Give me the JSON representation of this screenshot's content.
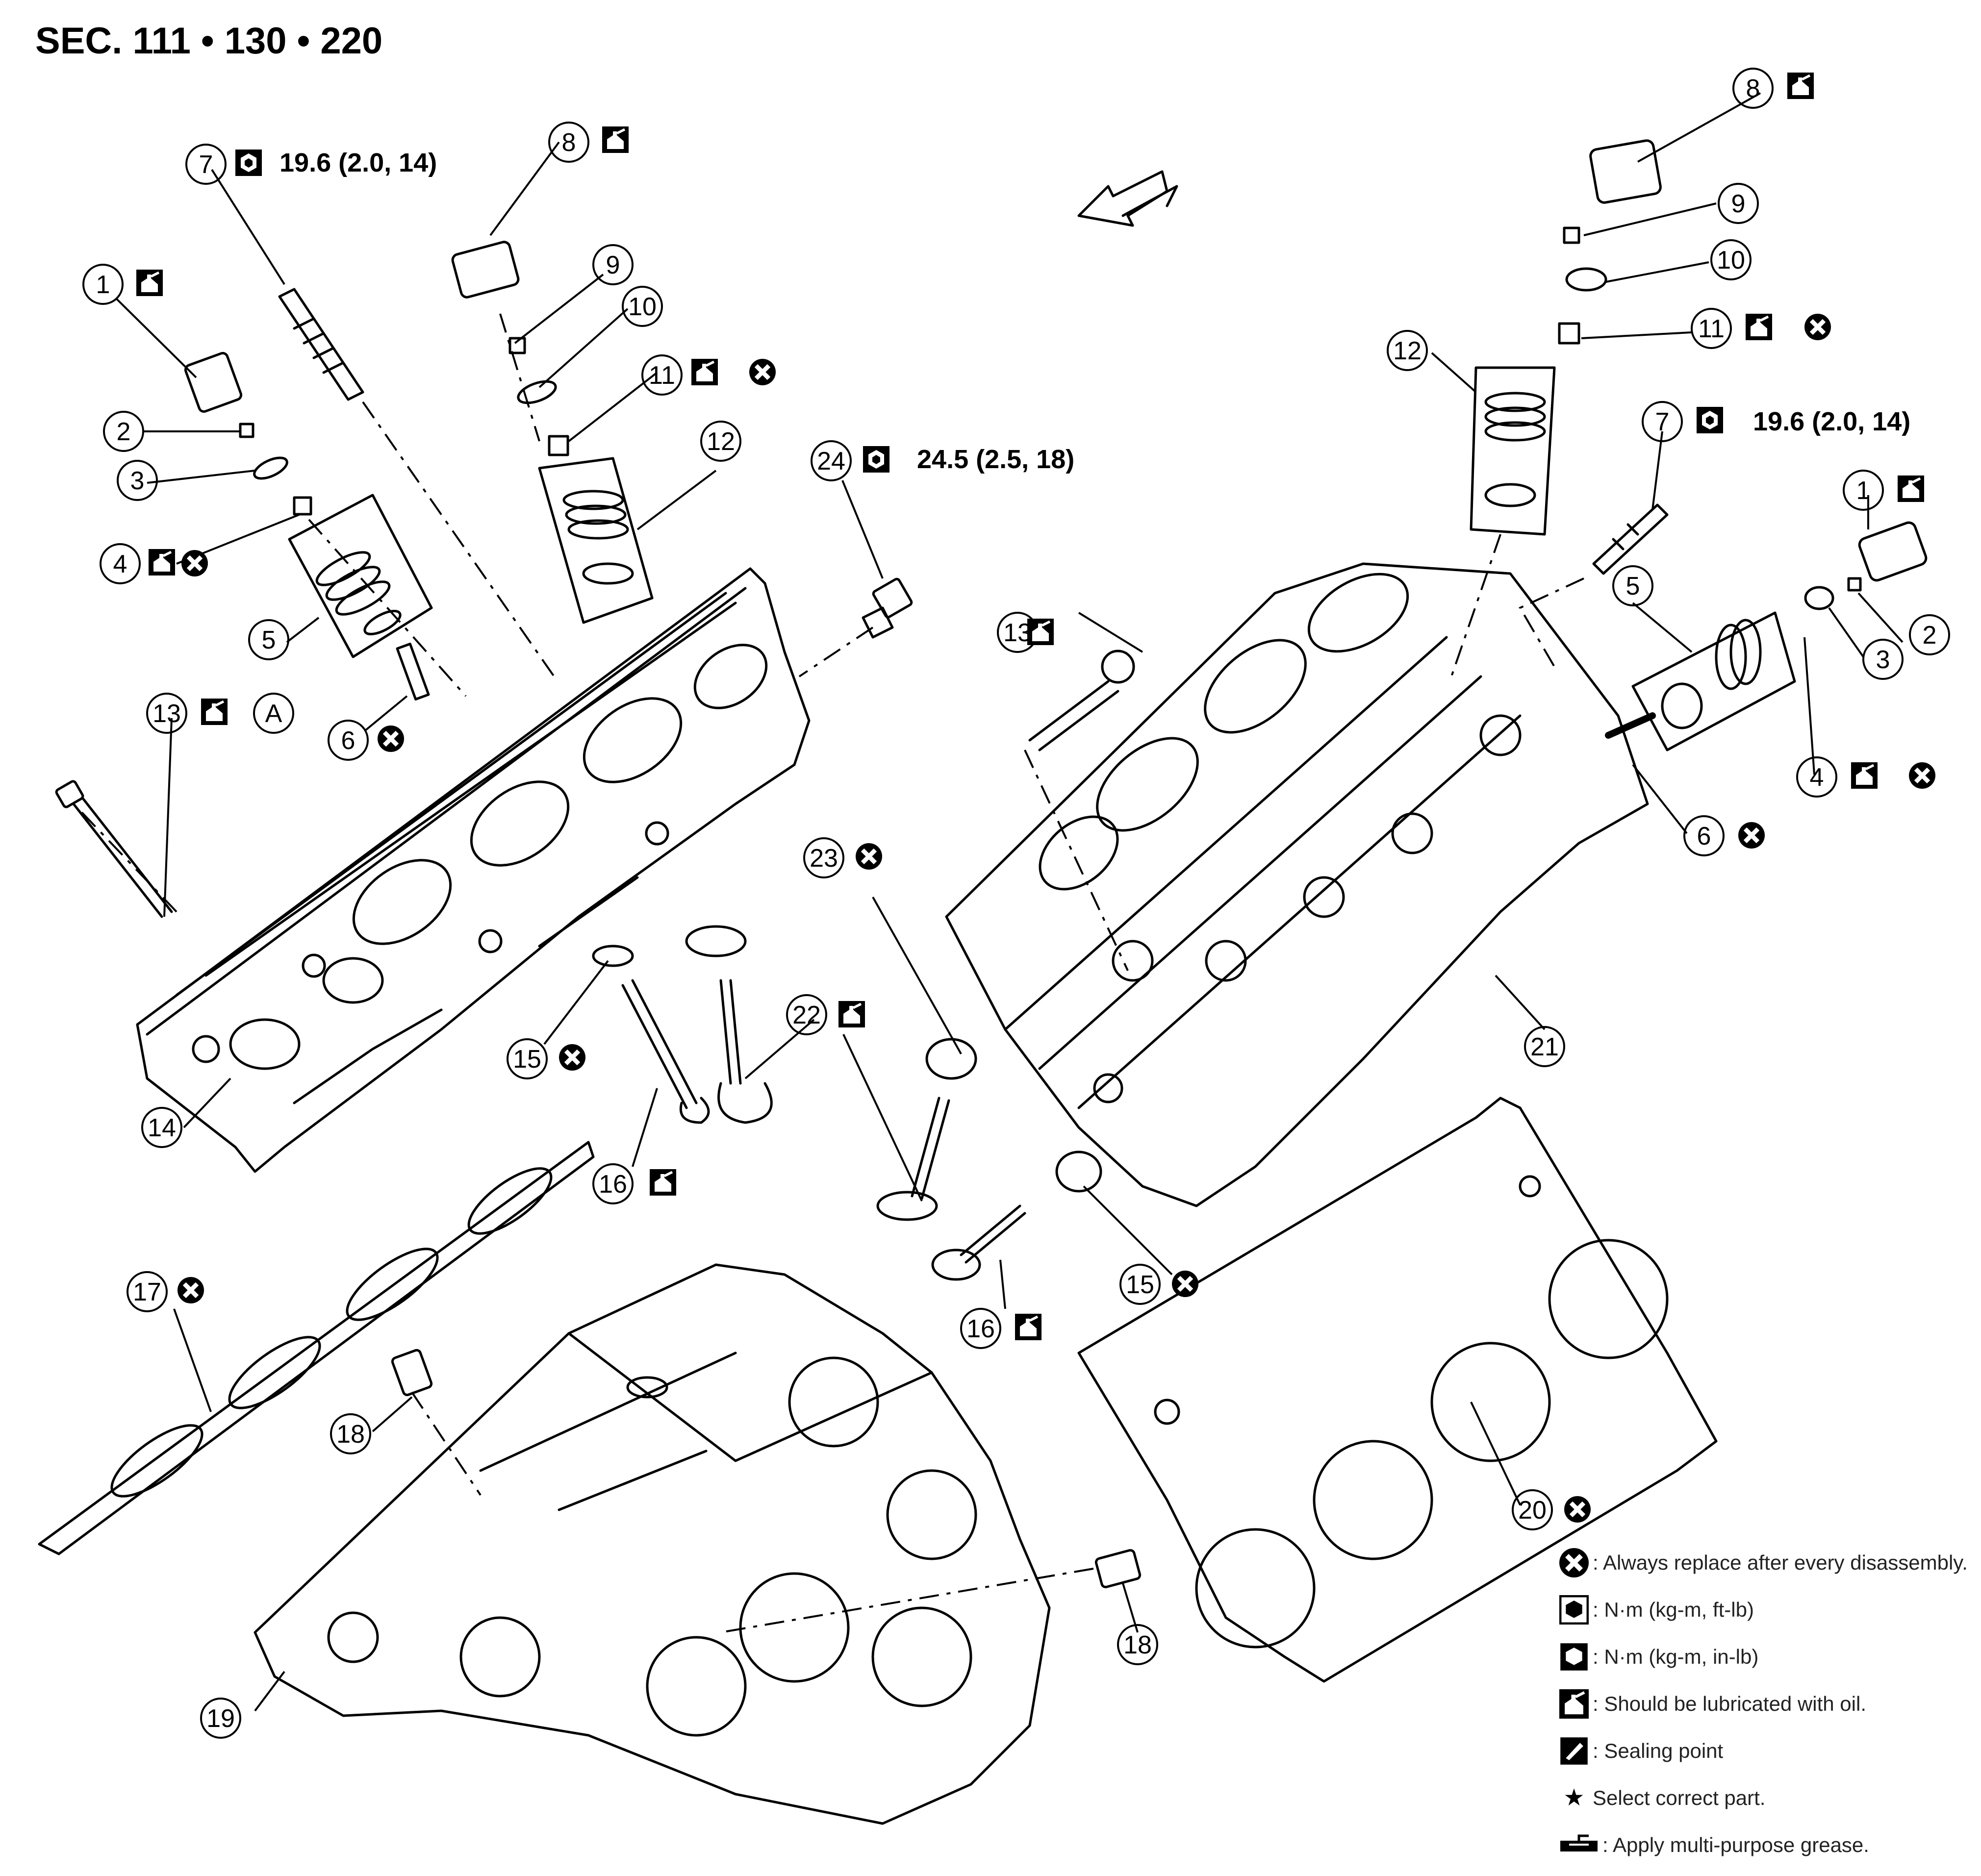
{
  "title": "SEC. 111 • 130 • 220",
  "torque_values": {
    "left_spark_plug": "19.6 (2.0, 14)",
    "right_spark_plug": "19.6 (2.0, 14)",
    "sensor": "24.5 (2.5, 18)"
  },
  "callout_letter_a": "A",
  "part_numbers": [
    "1",
    "2",
    "3",
    "4",
    "5",
    "6",
    "7",
    "8",
    "9",
    "10",
    "11",
    "12",
    "13",
    "14",
    "15",
    "16",
    "17",
    "18",
    "19",
    "20",
    "21",
    "22",
    "23",
    "24"
  ],
  "legend": [
    {
      "icon": "replace-x-icon",
      "text": ": Always replace after every disassembly."
    },
    {
      "icon": "torque-nm-kgm-ftlb-icon",
      "text": ": N·m (kg-m, ft-lb)"
    },
    {
      "icon": "torque-nm-kgm-inlb-icon",
      "text": ": N·m (kg-m, in-lb)"
    },
    {
      "icon": "oil-can-icon",
      "text": ": Should be lubricated with oil."
    },
    {
      "icon": "sealing-point-icon",
      "text": ": Sealing point"
    },
    {
      "icon": "star-icon",
      "text": "Select correct part."
    },
    {
      "icon": "grease-icon",
      "text": ": Apply multi-purpose grease."
    }
  ],
  "colors": {
    "line": "#000000",
    "background": "#ffffff"
  }
}
